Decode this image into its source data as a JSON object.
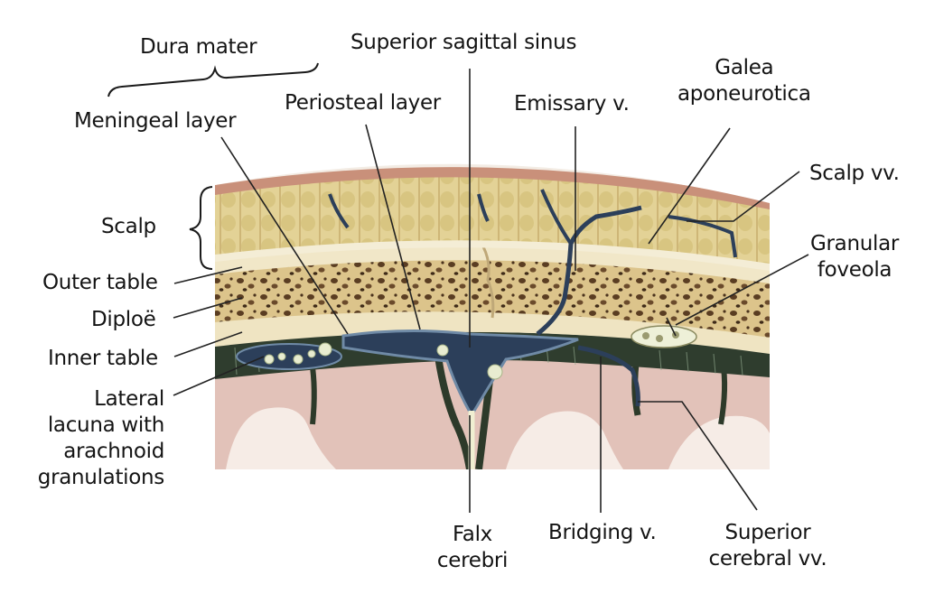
{
  "diagram": {
    "labels": {
      "dura_mater": "Dura mater",
      "superior_sagittal_sinus": "Superior sagittal sinus",
      "galea_aponeurotica": [
        "Galea",
        "aponeurotica"
      ],
      "meningeal_layer": "Meningeal layer",
      "periosteal_layer": "Periosteal layer",
      "emissary_v": "Emissary v.",
      "scalp_vv": "Scalp vv.",
      "scalp": "Scalp",
      "granular_foveola": [
        "Granular",
        "foveola"
      ],
      "outer_table": "Outer table",
      "diploe": "Diploë",
      "inner_table": "Inner table",
      "lateral_lacuna": [
        "Lateral",
        "lacuna with",
        "arachnoid",
        "granulations"
      ],
      "falx_cerebri": [
        "Falx",
        "cerebri"
      ],
      "bridging_v": "Bridging v.",
      "superior_cerebral_vv": [
        "Superior",
        "cerebral vv."
      ]
    },
    "colors": {
      "skin": "#c9907a",
      "scalp_tissue": "#e6d79c",
      "bone_table": "#f1e7c8",
      "diploe": "#d9c28a",
      "diploe_pores": "#5a3d22",
      "venous_blood": "#2c3f5a",
      "sinus_wall": "#6f8aa6",
      "dura": "#3a4a3c",
      "cortex": "#e2c2b9",
      "white_matter": "#f6ece6",
      "leader_lines": "#222222"
    }
  }
}
